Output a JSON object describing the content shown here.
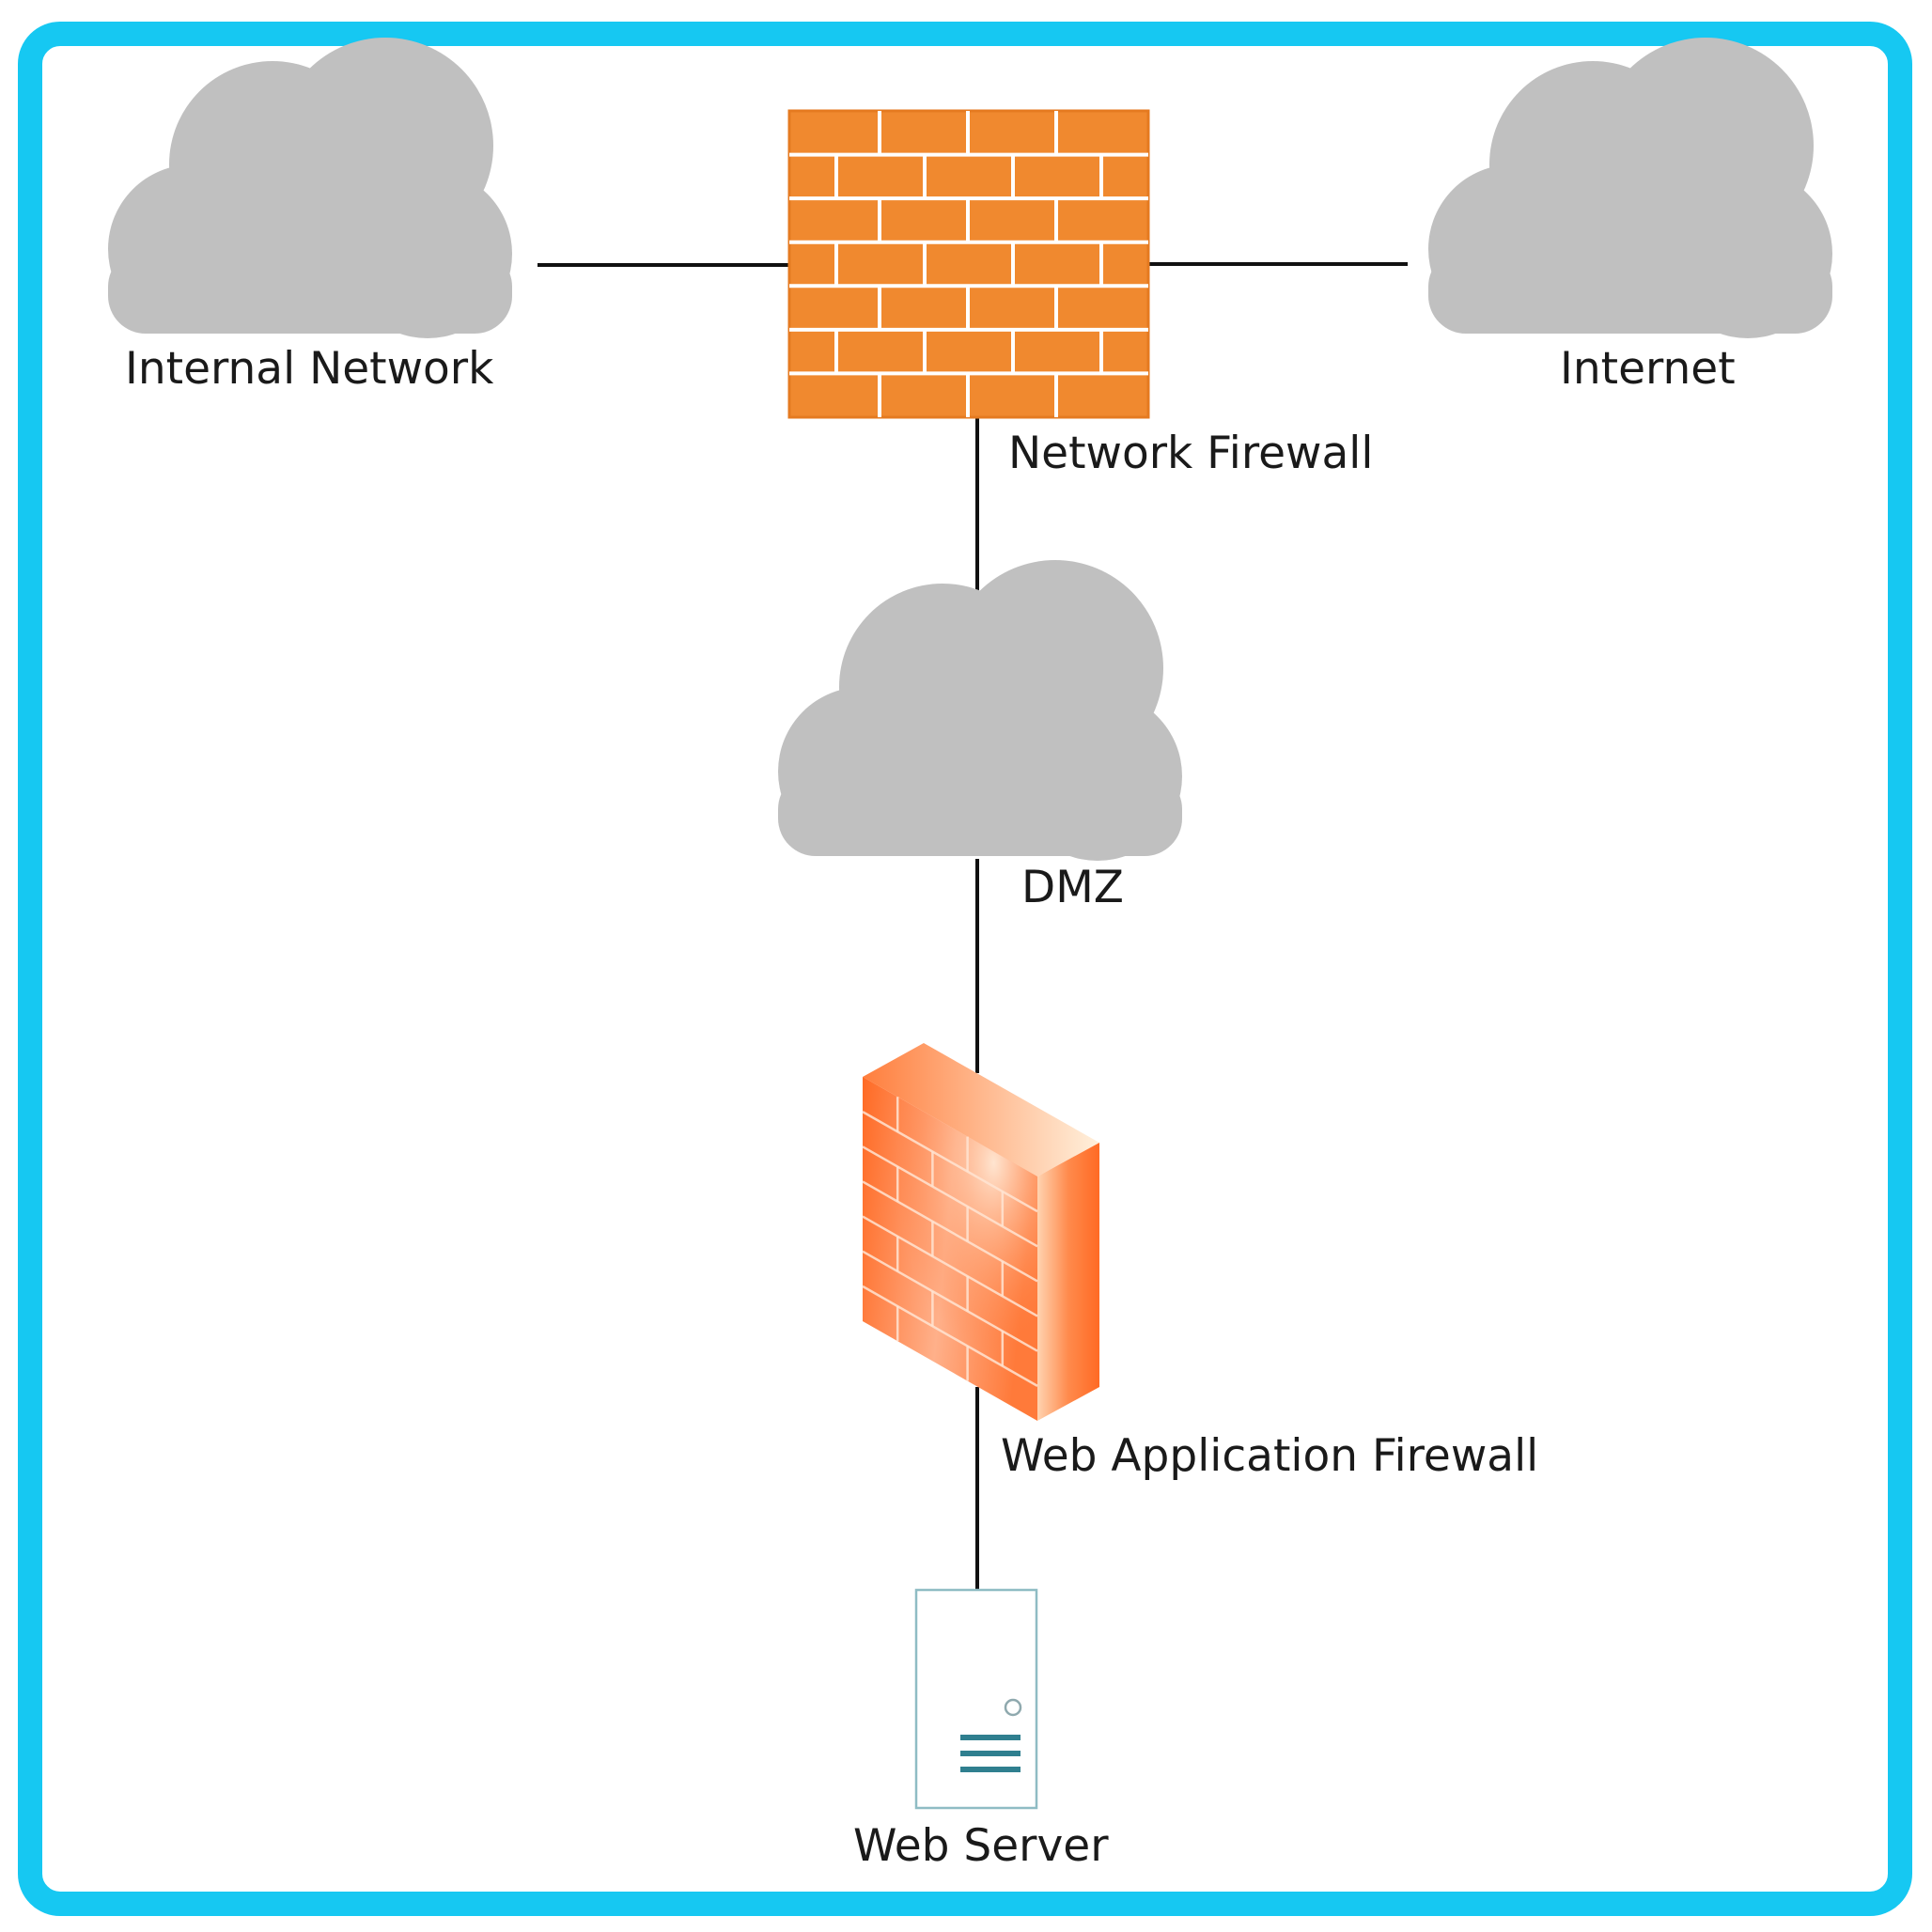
{
  "colors": {
    "frame": "#16c8f2",
    "cloud": "#c0c0c0",
    "brick": "#f0892f",
    "mortar": "#ffffff",
    "waf": "#ff6a2a",
    "line": "#111111",
    "server": "#2f7f8f"
  },
  "nodes": {
    "internal_network": {
      "label": "Internal Network",
      "icon": "cloud-icon"
    },
    "internet": {
      "label": "Internet",
      "icon": "cloud-icon"
    },
    "network_firewall": {
      "label": "Network Firewall",
      "icon": "brick-firewall-icon"
    },
    "dmz": {
      "label": "DMZ",
      "icon": "cloud-icon"
    },
    "web_application_firewall": {
      "label": "Web Application Firewall",
      "icon": "firewall-3d-icon"
    },
    "web_server": {
      "label": "Web Server",
      "icon": "server-icon"
    }
  },
  "connections": [
    {
      "from": "Internal Network",
      "to": "Network Firewall"
    },
    {
      "from": "Network Firewall",
      "to": "Internet"
    },
    {
      "from": "Network Firewall",
      "to": "DMZ"
    },
    {
      "from": "DMZ",
      "to": "Web Application Firewall"
    },
    {
      "from": "Web Application Firewall",
      "to": "Web Server"
    }
  ]
}
